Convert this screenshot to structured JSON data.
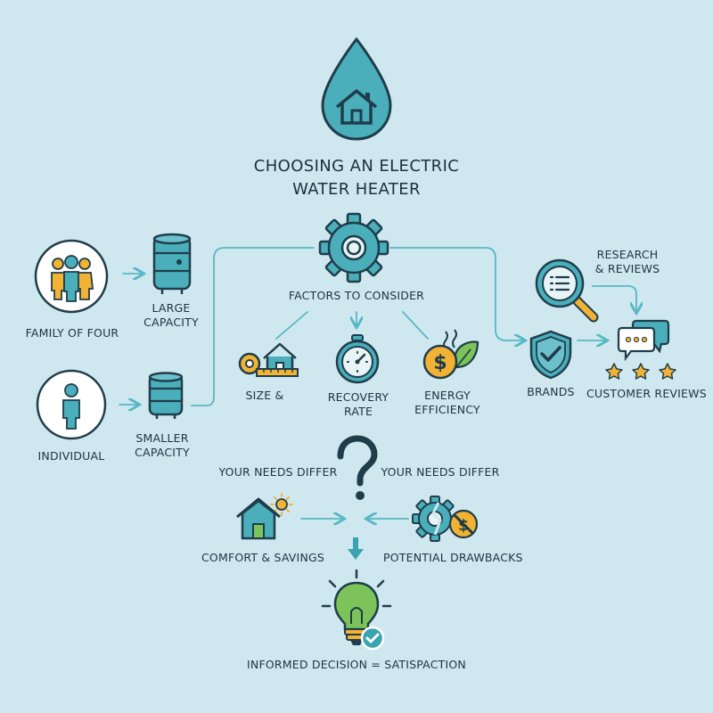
{
  "title": {
    "line1": "CHOOSING AN ELECTRIC",
    "line2": "WATER HEATER"
  },
  "factors": {
    "heading": "FACTORS TO CONSIDER",
    "size": "SIZE &",
    "recovery_line1": "RECOVERY",
    "recovery_line2": "RATE",
    "energy_line1": "ENERGY",
    "energy_line2": "EFFICIENCY"
  },
  "household": {
    "family": "FAMILY OF FOUR",
    "large_line1": "LARGE",
    "large_line2": "CAPACITY",
    "individual": "INDIVIDUAL",
    "smaller_line1": "SMALLER",
    "smaller_line2": "CAPACITY"
  },
  "research": {
    "heading_line1": "RESEARCH",
    "heading_line2": "& REVIEWS",
    "brands": "BRANDS",
    "customer_reviews": "CUSTOMER REVIEWS"
  },
  "decision": {
    "needs_left": "YOUR NEEDS DIFFER",
    "needs_right": "YOUR NEEDS DIFFER",
    "comfort": "COMFORT & SAVINGS",
    "drawbacks": "POTENTIAL DRAWBACKS",
    "result": "INFORMED DECISION = SATISPACTION"
  },
  "colors": {
    "background": "#cfe8f0",
    "teal": "#3aa3b2",
    "dark_stroke": "#1f3d4a",
    "orange": "#f2b233",
    "green": "#7cc45a",
    "arrow": "#57b7c4"
  },
  "icons": [
    "water-drop-house-icon",
    "gear-icon",
    "family-icon",
    "person-icon",
    "water-tank-icon",
    "house-measure-icon",
    "stopwatch-icon",
    "dollar-leaf-icon",
    "magnifier-icon",
    "shield-check-icon",
    "chat-stars-icon",
    "question-mark-icon",
    "house-sun-icon",
    "broken-gear-no-money-icon",
    "lightbulb-check-icon"
  ]
}
